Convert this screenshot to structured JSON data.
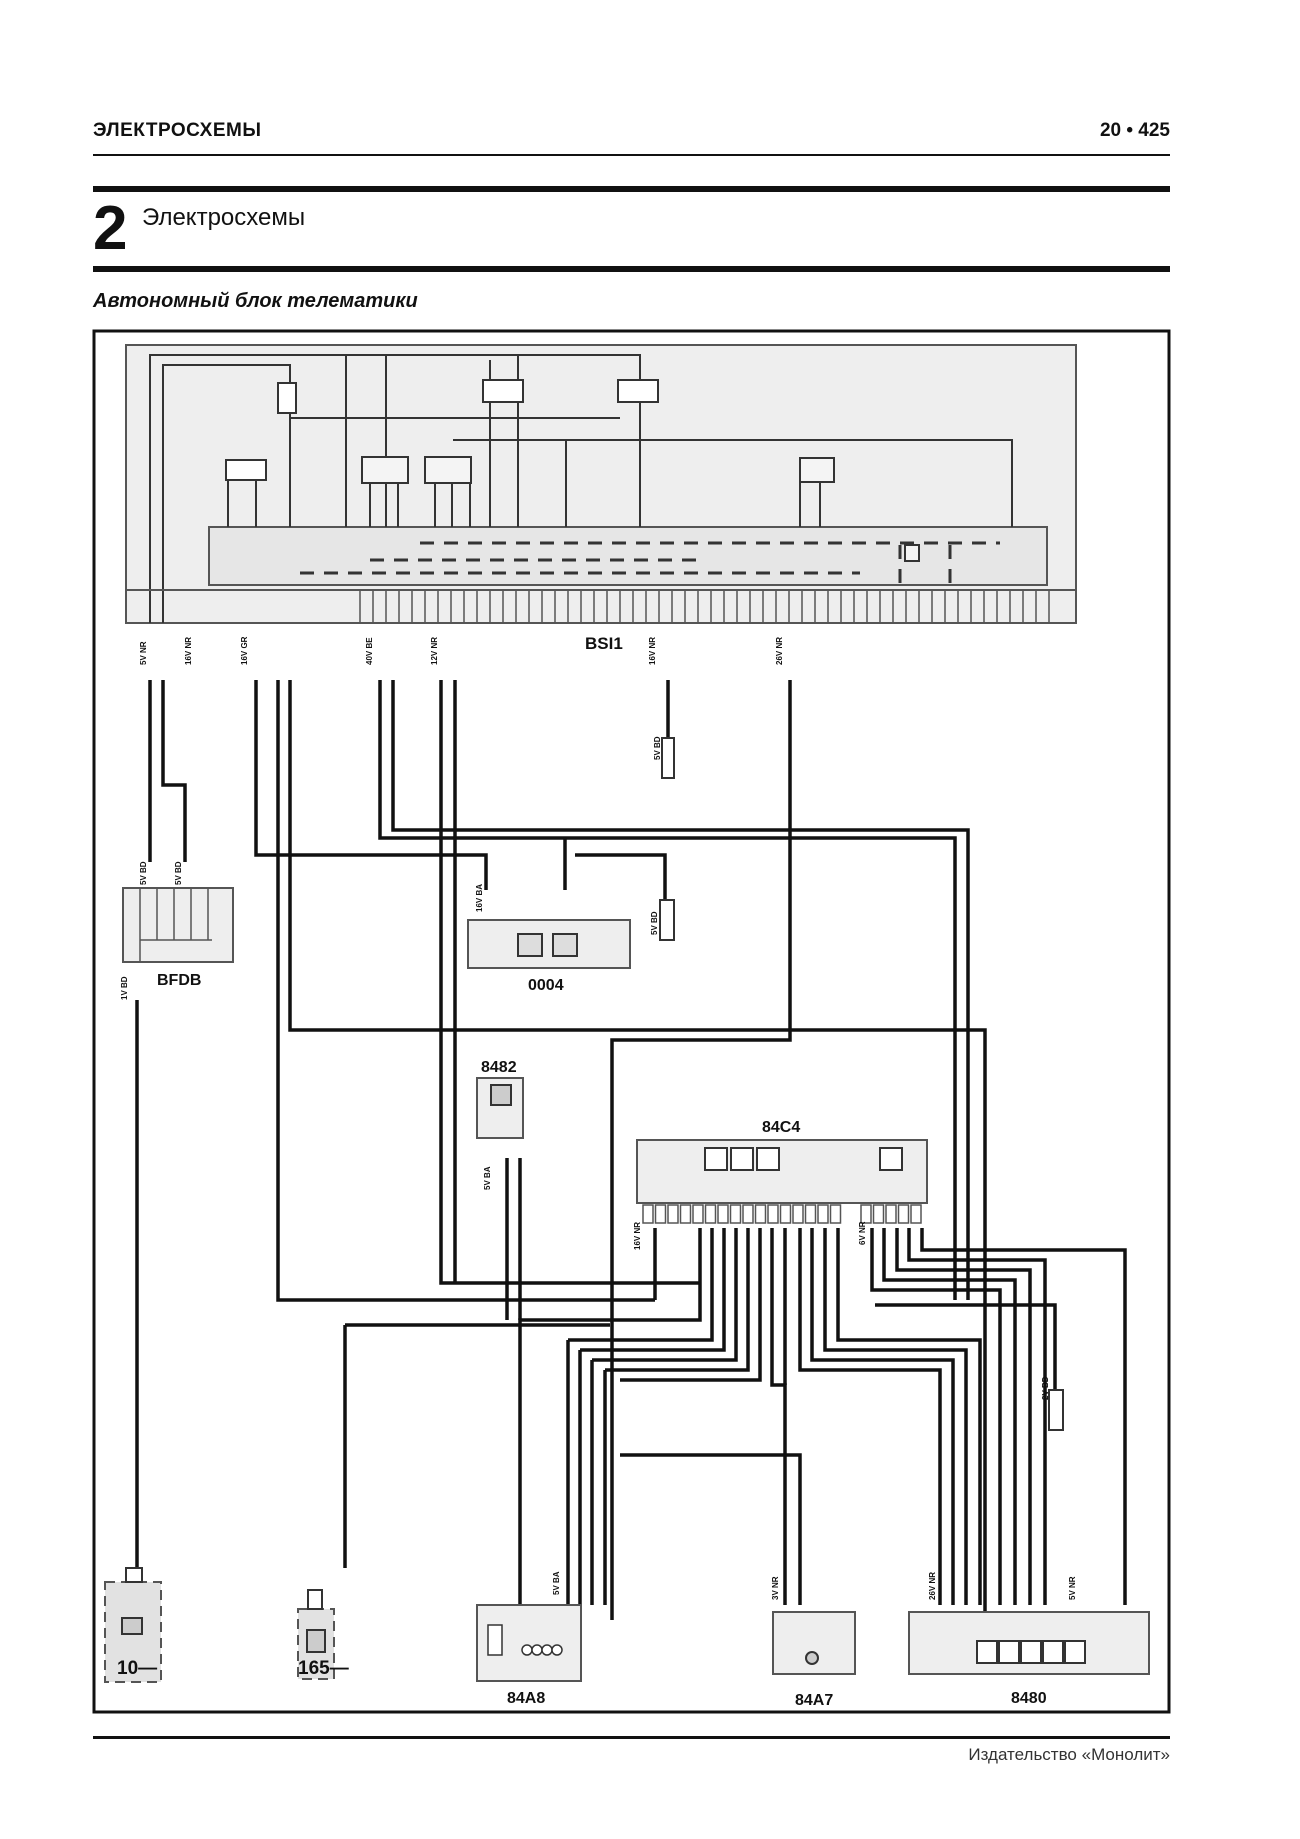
{
  "header": {
    "running_head": "ЭЛЕКТРОСХЕМЫ",
    "page_number": "20 • 425",
    "chapter_number": "2",
    "chapter_title": "Электросхемы",
    "section_title": "Автономный блок телематики"
  },
  "footer": {
    "publisher": "Издательство «Монолит»"
  },
  "diagram": {
    "components": [
      {
        "id": "BSI1",
        "label": "BSI1"
      },
      {
        "id": "BFDB",
        "label": "BFDB"
      },
      {
        "id": "0004",
        "label": "0004"
      },
      {
        "id": "8482",
        "label": "8482"
      },
      {
        "id": "84C4",
        "label": "84C4"
      },
      {
        "id": "10",
        "label": "10—"
      },
      {
        "id": "165",
        "label": "165—"
      },
      {
        "id": "84A8",
        "label": "84A8"
      },
      {
        "id": "84A7",
        "label": "84A7"
      },
      {
        "id": "8480",
        "label": "8480"
      }
    ],
    "connectors": {
      "bsi_c1": "5V NR",
      "bsi_c2": "16V NR",
      "bsi_c3": "16V GR",
      "bsi_c4": "40V BE",
      "bsi_c5": "12V NR",
      "bsi_c6": "16V NR",
      "bsi_c7": "26V NR",
      "bfdb_in1": "5V BD",
      "bfdb_in2": "5V BD",
      "bfdb_out": "1V BD",
      "c0004_a": "16V BA",
      "c0004_b": "5V BD",
      "c8482": "5V BA",
      "c84c4_a": "16V NR",
      "c84c4_b": "6V NR",
      "c84a8": "5V BA",
      "c84a7": "3V NR",
      "c8480_a": "26V NR",
      "c8480_b": "5V NR",
      "side_conn": "2V BD",
      "top_conn": "5V BD"
    }
  }
}
